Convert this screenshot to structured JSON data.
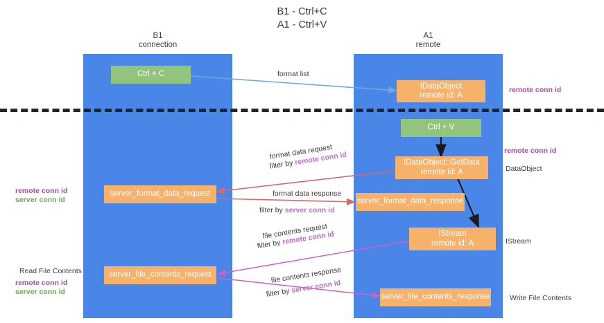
{
  "title": "B1 - Ctrl+C\nA1 - Ctrl+V",
  "lanes": [
    {
      "name": "b1",
      "header": "B1\nconnection",
      "color": "#4a86e8"
    },
    {
      "name": "a1",
      "header": "A1\nremote",
      "color": "#4a86e8"
    }
  ],
  "colors": {
    "lane": "#4a86e8",
    "green_node": "#93c47d",
    "orange_node": "#f6b26b",
    "purple_text": "#a64d9e",
    "green_text": "#6aa84f",
    "magenta_arrow": "#cf5fc9",
    "red_arrow": "#e06666",
    "blue_arrow": "#6fa8dc",
    "separator": "#20242b"
  },
  "nodes": {
    "ctrl_c": "Ctrl + C",
    "idataobject": "IDataObject\nremote id: A",
    "ctrl_v": "Ctrl + V",
    "getdata": "IDataObject::GetData\nremote id: A",
    "server_format_data_request": "server_format_data_request",
    "server_format_data_response": "server_format_data_response",
    "istream": "IStream\nremote id: A",
    "server_file_contents_request": "server_file_contents_request",
    "server_file_contents_response": "server_file_contents_response"
  },
  "edges": {
    "format_list": "format list",
    "format_data_request": "format data request",
    "format_data_request_filter_prefix": "filter by ",
    "format_data_request_filter_key": "remote conn id",
    "format_data_response": "format data response",
    "format_data_response_filter_prefix": "filter by ",
    "format_data_response_filter_key": "server conn id",
    "file_contents_request": "file contents request",
    "file_contents_request_filter_prefix": "filter by ",
    "file_contents_request_filter_key": "remote conn id",
    "file_contents_response": "file contents response",
    "file_contents_response_filter_prefix": "filter by ",
    "file_contents_response_filter_key": "server conn id"
  },
  "annotations": {
    "right_remote_conn_id_top": "remote conn id",
    "right_remote_conn_id_mid": "remote conn id",
    "right_dataobject": "DataObject",
    "right_istream": "IStream",
    "right_write_file_contents": "Write File Contents",
    "left_remote_conn_id": "remote conn id",
    "left_server_conn_id": "server conn id",
    "left_read_file_contents": "Read File Contents",
    "left_remote_conn_id_2": "remote conn id",
    "left_server_conn_id_2": "server conn id"
  }
}
